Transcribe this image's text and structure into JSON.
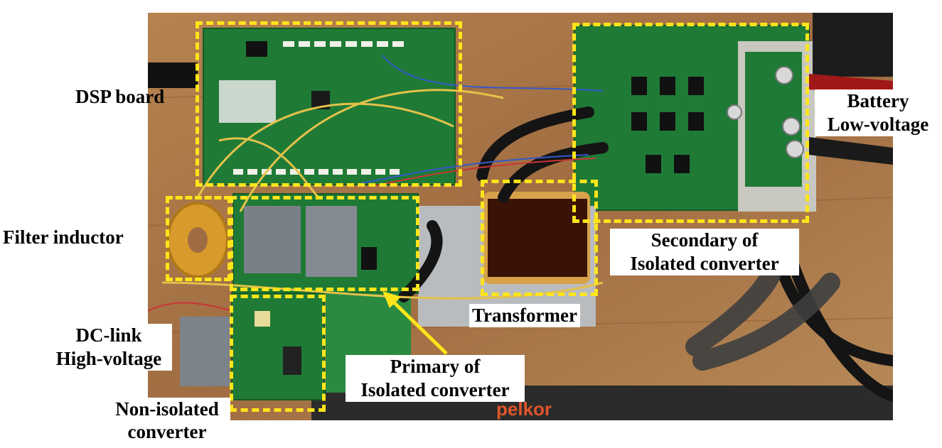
{
  "labels": {
    "dsp_board": "DSP board",
    "filter_inductor": "Filter inductor",
    "dc_link": [
      "DC-link",
      "High-voltage"
    ],
    "non_isolated": [
      "Non-isolated",
      "converter"
    ],
    "primary": [
      "Primary of",
      "Isolated converter"
    ],
    "transformer": "Transformer",
    "secondary": [
      "Secondary of",
      "Isolated converter"
    ],
    "battery": [
      "Battery",
      "Low-voltage"
    ]
  },
  "board_text": {
    "brand": "pelkor"
  },
  "colors": {
    "highlight_box": "#ffe51a",
    "arrow": "#ffe51a",
    "pcb_green": "#1f7a36",
    "table_wood": "#a8774a"
  }
}
